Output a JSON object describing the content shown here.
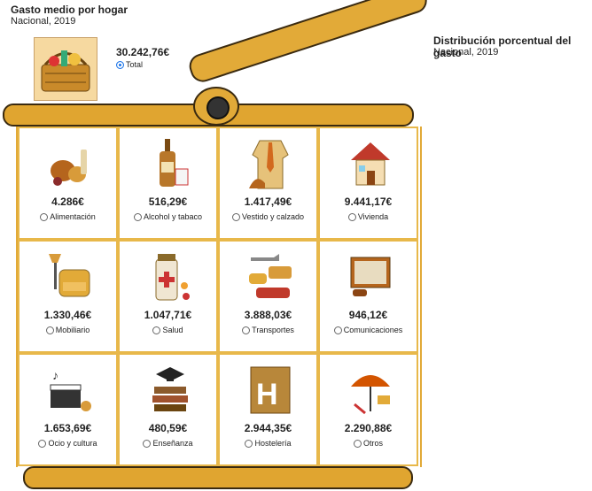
{
  "header": {
    "title": "Gasto medio por hogar",
    "subtitle": "Nacional, 2019"
  },
  "right_header": {
    "title": "Distribución porcentual del gasto",
    "subtitle": "Nacional, 2019"
  },
  "total": {
    "value": "30.242,76€",
    "label": "Total",
    "selected": true,
    "icon": "basket-icon"
  },
  "categories": [
    {
      "value": "4.286€",
      "label": "Alimentación",
      "icon": "food-icon"
    },
    {
      "value": "516,29€",
      "label": "Alcohol y tabaco",
      "icon": "alcohol-tobacco-icon"
    },
    {
      "value": "1.417,49€",
      "label": "Vestido y calzado",
      "icon": "clothing-icon"
    },
    {
      "value": "9.441,17€",
      "label": "Vivienda",
      "icon": "house-icon"
    },
    {
      "value": "1.330,46€",
      "label": "Mobiliario",
      "icon": "furniture-icon"
    },
    {
      "value": "1.047,71€",
      "label": "Salud",
      "icon": "health-icon"
    },
    {
      "value": "3.888,03€",
      "label": "Transportes",
      "icon": "transport-icon"
    },
    {
      "value": "946,12€",
      "label": "Comunicaciones",
      "icon": "communications-icon"
    },
    {
      "value": "1.653,69€",
      "label": "Ocio y cultura",
      "icon": "leisure-icon"
    },
    {
      "value": "480,59€",
      "label": "Enseñanza",
      "icon": "education-icon"
    },
    {
      "value": "2.944,35€",
      "label": "Hostelería",
      "icon": "hotel-icon"
    },
    {
      "value": "2.290,88€",
      "label": "Otros",
      "icon": "others-icon"
    }
  ],
  "colors": {
    "basket": "#e2aa38",
    "cell_border": "#e8b84a",
    "radio_selected": "#1a73e8"
  }
}
